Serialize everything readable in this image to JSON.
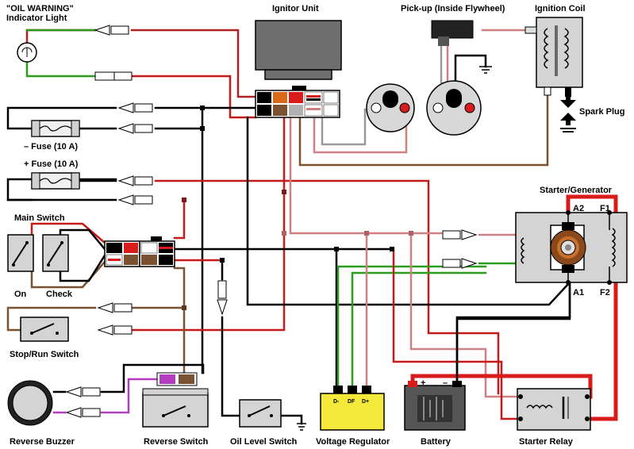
{
  "labels": {
    "oil_warning_line1": "\"OIL WARNING\"",
    "oil_warning_line2": "Indicator  Light",
    "ignitor_unit": "Ignitor Unit",
    "pickup": "Pick-up (Inside Flywheel)",
    "ignition_coil": "Ignition Coil",
    "spark_plug": "Spark Plug",
    "fuse_minus": "– Fuse (10 A)",
    "fuse_plus": "+ Fuse (10 A)",
    "starter_generator": "Starter/Generator",
    "main_switch": "Main Switch",
    "on": "On",
    "check": "Check",
    "stop_run_switch": "Stop/Run Switch",
    "reverse_buzzer": "Reverse Buzzer",
    "reverse_switch": "Reverse Switch",
    "oil_level_switch": "Oil Level Switch",
    "voltage_regulator": "Voltage Regulator",
    "battery": "Battery",
    "starter_relay": "Starter Relay",
    "a1": "A1",
    "a2": "A2",
    "f1": "F1",
    "f2": "F2",
    "vr_dminus": "D-",
    "vr_df": "DF",
    "vr_dplus": "D+",
    "batt_plus": "+",
    "batt_minus": "–"
  },
  "colors": {
    "black_wire": "#000000",
    "green_wire": "#2a9d1e",
    "brown_wire": "#7a5232",
    "red_wire": "#c41a1a",
    "pink_wire": "#d08080",
    "white_wire": "#999999",
    "magenta_wire": "#b43cc0",
    "component_gray": "#d4d4d4",
    "regulator_yellow": "#f5ea3c",
    "connector_orange": "#d86a1a"
  }
}
